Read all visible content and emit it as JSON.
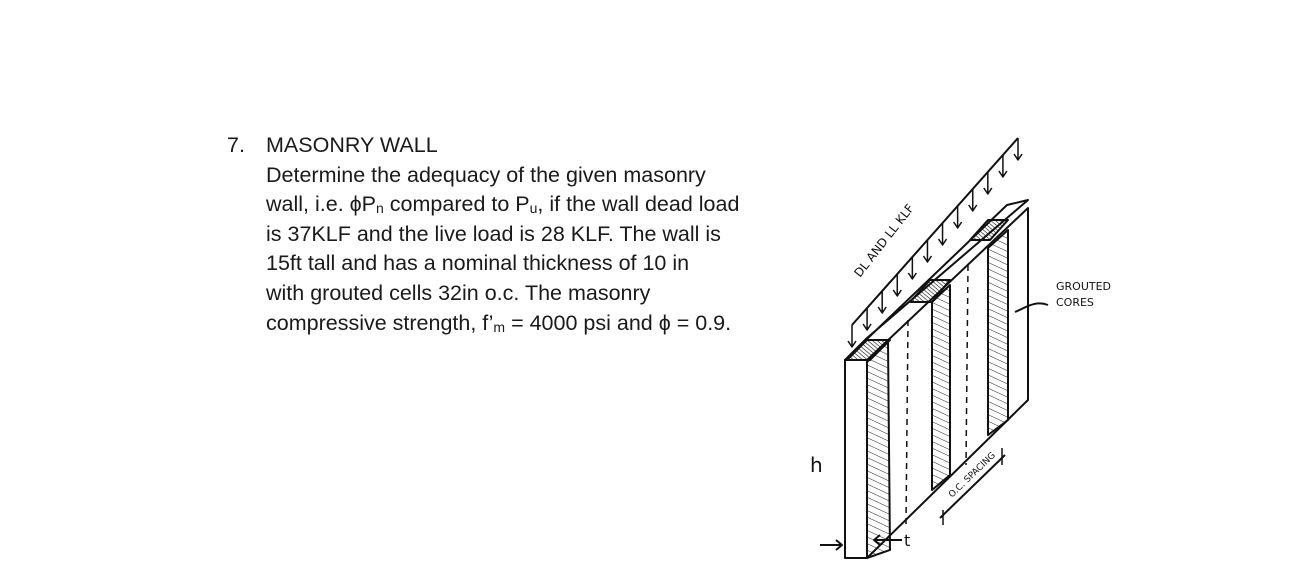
{
  "problem": {
    "number": "7.",
    "title": "MASONRY WALL",
    "lines": [
      "Determine the adequacy of the given masonry",
      [
        "wall, i.e. ϕP",
        "n",
        " compared to P",
        "u",
        ", if the wall dead load"
      ],
      "is 37KLF and the live load is 28 KLF. The wall is",
      "15ft tall and has a nominal thickness of 10 in",
      "with grouted cells 32in o.c. The masonry",
      [
        "compressive strength, f’",
        "m",
        " = 4000 psi and ϕ = 0.9."
      ]
    ]
  },
  "figure": {
    "load_label": "DL AND LL KLF",
    "cores_label": [
      "GROUTED",
      "CORES"
    ],
    "height_label": "h",
    "thickness_label": "t",
    "spacing_label": "O.C. SPACING"
  }
}
